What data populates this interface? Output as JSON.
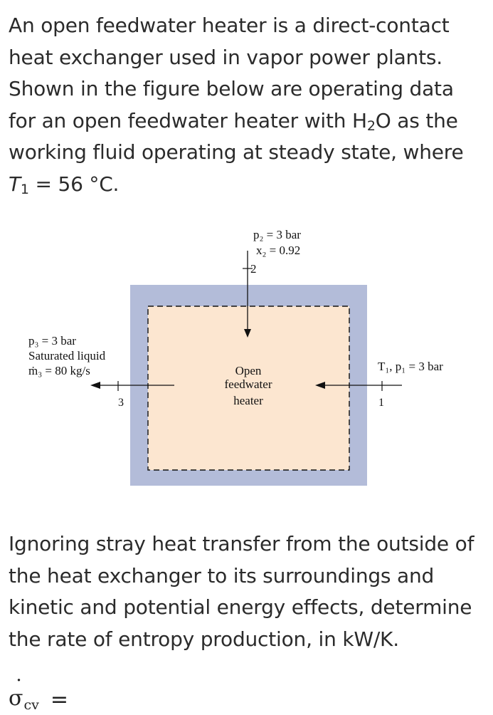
{
  "intro": {
    "part1": "An open feedwater heater is a direct-contact heat exchanger used in vapor power plants. Shown in the figure below are operating data for an open feedwater heater with H",
    "sub_2": "2",
    "part2": "O as the working fluid operating at steady state, where ",
    "t_symbol": "T",
    "t_sub": "1",
    "part3": " = 56 °C."
  },
  "figure": {
    "inlet2": {
      "line1": "p₂ = 3 bar",
      "line2": "x₂ = 0.92",
      "number": "2"
    },
    "exit3": {
      "line1": "p₃ = 3 bar",
      "line2": "Saturated liquid",
      "line3": "ṁ₃ = 80 kg/s",
      "number": "3"
    },
    "inlet1": {
      "label": "T₁, p₁ = 3 bar",
      "number": "1"
    },
    "device": {
      "line1": "Open",
      "line2": "feedwater",
      "line3": "heater"
    },
    "colors": {
      "shell": "#b3bcd9",
      "interior": "#fce6d0",
      "boundary": "#111111"
    }
  },
  "question": {
    "text": "Ignoring stray heat transfer from the outside of the heat exchanger to its surroundings and kinetic and potential energy effects, determine the rate of entropy production, in kW/K."
  },
  "answer": {
    "symbol": "σ",
    "dot": "˙",
    "subscript": "cv",
    "equals": "="
  }
}
